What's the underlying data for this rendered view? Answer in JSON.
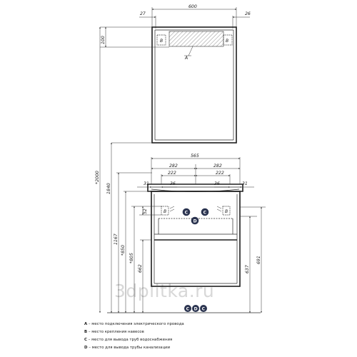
{
  "dimensions": {
    "mirror_width": "600",
    "mirror_left_offset": "27",
    "mirror_right_offset": "26",
    "mirror_top_offset": "100",
    "total_height": "*2000",
    "mirror_bottom_height": "1840",
    "cabinet_top_width": "565",
    "half_left": "282",
    "half_right": "282",
    "inner_left": "222",
    "inner_right": "222",
    "side_left_31": "31",
    "side_left_36": "36",
    "side_right_36": "36",
    "side_right_31": "31",
    "small_52": "52",
    "height_1167": "1167",
    "height_850": "*850",
    "height_805": "*805",
    "height_662": "662",
    "height_637": "637",
    "height_691": "691"
  },
  "markers": {
    "A": "A",
    "B": "B",
    "C": "C",
    "D": "D"
  },
  "watermark": "3dplitka.ru",
  "legend": [
    {
      "key": "A",
      "text": " – место подключения электрического провода"
    },
    {
      "key": "B",
      "text": " – место крепления навесов"
    },
    {
      "key": "C",
      "text": " – место для вывода труб водоснабжения"
    },
    {
      "key": "D",
      "text": " – место для вывода трубы канализации"
    }
  ]
}
